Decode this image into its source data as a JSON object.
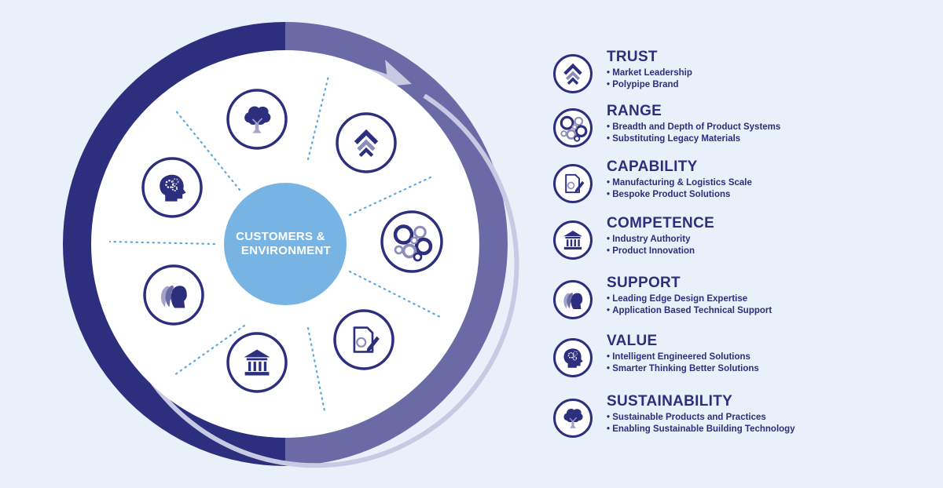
{
  "center": {
    "line1": "CUSTOMERS &",
    "line2": "ENVIRONMENT"
  },
  "wheel_icons": [
    "tree-icon",
    "chevrons-up-icon",
    "circles-icon",
    "document-pen-icon",
    "building-columns-icon",
    "heads-profile-icon",
    "head-gears-icon"
  ],
  "colors": {
    "background": "#e8f0fa",
    "ring_dark": "#2b2f7d",
    "ring_light": "#6a6ba6",
    "center_circle": "#78b4e3",
    "dotted_lines": "#5ea8dc",
    "text": "#2b2f7d"
  },
  "values": [
    {
      "icon": "chevrons-up-icon",
      "title": "TRUST",
      "bullets": [
        "Market Leadership",
        "Polypipe Brand"
      ]
    },
    {
      "icon": "circles-icon",
      "title": "RANGE",
      "bullets": [
        "Breadth and Depth of Product Systems",
        "Substituting Legacy Materials"
      ]
    },
    {
      "icon": "document-pen-icon",
      "title": "CAPABILITY",
      "bullets": [
        "Manufacturing & Logistics Scale",
        "Bespoke Product Solutions"
      ]
    },
    {
      "icon": "building-columns-icon",
      "title": "COMPETENCE",
      "bullets": [
        "Industry Authority",
        "Product Innovation"
      ]
    },
    {
      "icon": "heads-profile-icon",
      "title": "SUPPORT",
      "bullets": [
        "Leading Edge Design Expertise",
        "Application Based Technical Support"
      ]
    },
    {
      "icon": "head-gears-icon",
      "title": "VALUE",
      "bullets": [
        "Intelligent Engineered Solutions",
        "Smarter Thinking Better Solutions"
      ]
    },
    {
      "icon": "tree-icon",
      "title": "SUSTAINABILITY",
      "bullets": [
        "Sustainable Products and Practices",
        "Enabling Sustainable Building Technology"
      ]
    }
  ]
}
